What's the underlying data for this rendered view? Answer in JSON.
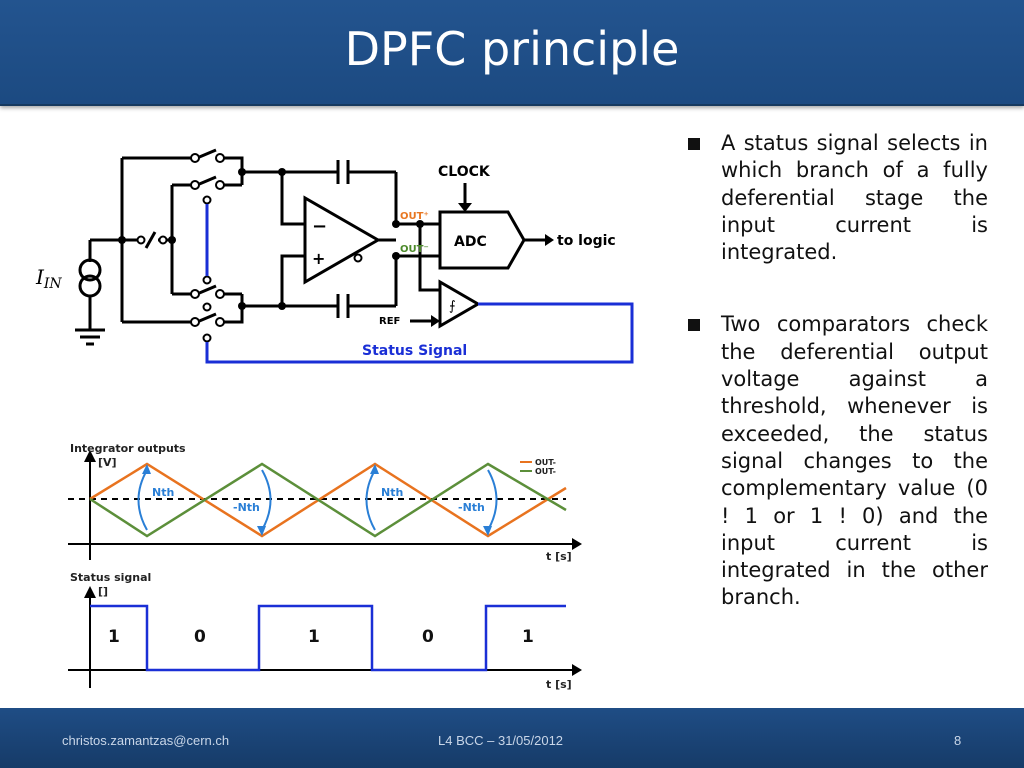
{
  "slide": {
    "title": "DPFC principle",
    "bullets": [
      "A status signal selects in which branch of a fully deferential stage the input current is integrated.",
      "Two comparators check the deferential output voltage against a threshold, whenever is exceeded, the status signal changes to the complementary value (0 ! 1 or 1 ! 0) and the input current is integrated in the other branch."
    ]
  },
  "circuit": {
    "input_label": "I",
    "input_subscript": "IN",
    "minus_sign": "−",
    "plus_sign": "+",
    "clock_label": "CLOCK",
    "adc_label": "ADC",
    "to_logic_label": "to logic",
    "out_plus_label": "OUT⁺",
    "out_minus_label": "OUT⁻",
    "ref_label": "REF",
    "status_signal_label": "Status Signal",
    "colors": {
      "wire": "#000000",
      "status": "#1a2fd6",
      "out_plus": "#e87722",
      "out_minus": "#4c8a2a"
    }
  },
  "integrator_plot": {
    "title": "Integrator outputs",
    "unit": "[V]",
    "xlabel": "t [s]",
    "legend": [
      "OUT-",
      "OUT-"
    ],
    "annotations": [
      "Nth",
      "-Nth",
      "Nth",
      "-Nth"
    ],
    "colors": {
      "out_plus": "#e8731f",
      "out_minus": "#5c8f3a",
      "annotation": "#2a7fd6"
    }
  },
  "status_plot": {
    "title": "Status signal",
    "unit": "[]",
    "xlabel": "t [s]",
    "levels": [
      "1",
      "0",
      "1",
      "0",
      "1"
    ],
    "color": "#1a2fd6"
  },
  "footer": {
    "email": "christos.zamantzas@cern.ch",
    "event": "L4 BCC – 31/05/2012",
    "page": "8"
  }
}
